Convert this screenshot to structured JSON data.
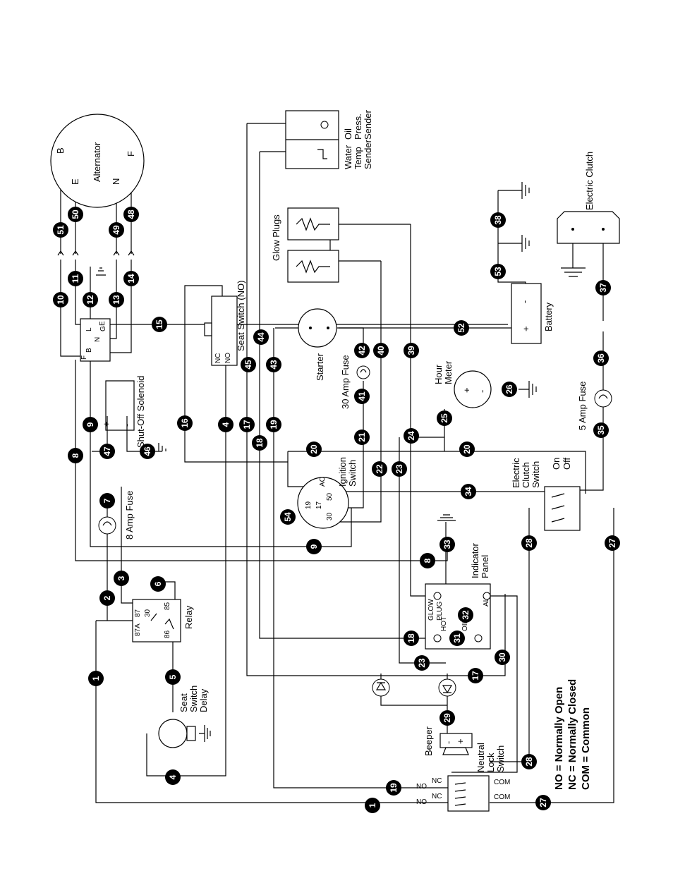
{
  "components": {
    "alternator": {
      "label": "Alternator",
      "pins": [
        "B",
        "E",
        "N",
        "F"
      ]
    },
    "oil_sender": {
      "label1": "Oil",
      "label2": "Press.",
      "label3": "Sender"
    },
    "water_sender": {
      "label1": "Water",
      "label2": "Temp",
      "label3": "Sender"
    },
    "glow_plugs": "Glow Plugs",
    "battery": {
      "label": "Battery",
      "plus": "+",
      "minus": "-"
    },
    "electric_clutch": "Electric Clutch",
    "seat_switch": {
      "label": "Seat Switch (NO)",
      "nc": "NC",
      "no": "NO"
    },
    "regulator_pins": [
      "B",
      "L",
      "E",
      "N",
      "G",
      "F"
    ],
    "shutoff_solenoid": {
      "label": "Shut-Off Solenoid",
      "plus": "+",
      "minus": "-"
    },
    "starter": "Starter",
    "fuse_30": "30 Amp Fuse",
    "hour_meter": {
      "label1": "Hour",
      "label2": "Meter",
      "plus": "+",
      "minus": "-"
    },
    "fuse_5": "5 Amp Fuse",
    "ignition_switch": {
      "label1": "Ignition",
      "label2": "Switch",
      "pins": [
        "AC",
        "50",
        "19",
        "17",
        "30"
      ]
    },
    "clutch_switch": {
      "label1": "Electric",
      "label2": "Clutch",
      "label3": "Switch",
      "on": "On",
      "off": "Off"
    },
    "fuse_8": "8 Amp Fuse",
    "relay": {
      "label": "Relay",
      "pins": [
        "87A",
        "87",
        "30",
        "85",
        "86"
      ]
    },
    "indicator_panel": {
      "label1": "Indicator",
      "label2": "Panel",
      "glow1": "GLOW",
      "glow2": "PLUG",
      "hot": "HOT",
      "oil": "OIL",
      "alt": "ALT"
    },
    "seat_switch_delay": {
      "label1": "Seat",
      "label2": "Switch",
      "label3": "Delay"
    },
    "beeper": {
      "label": "Beeper",
      "plus": "+",
      "minus": "-"
    },
    "neutral_lock": {
      "label1": "Neutral",
      "label2": "Lock",
      "label3": "Switch",
      "no": "NO",
      "nc": "NC",
      "com": "COM"
    }
  },
  "wires": [
    "1",
    "1",
    "2",
    "3",
    "4",
    "4",
    "5",
    "6",
    "7",
    "8",
    "8",
    "9",
    "9",
    "10",
    "11",
    "12",
    "13",
    "14",
    "15",
    "16",
    "17",
    "17",
    "18",
    "18",
    "19",
    "19",
    "20",
    "20",
    "21",
    "22",
    "23",
    "23",
    "24",
    "25",
    "26",
    "27",
    "27",
    "28",
    "28",
    "29",
    "30",
    "31",
    "32",
    "33",
    "34",
    "35",
    "36",
    "37",
    "38",
    "39",
    "40",
    "41",
    "42",
    "43",
    "44",
    "45",
    "46",
    "47",
    "48",
    "49",
    "50",
    "51",
    "52",
    "53",
    "54"
  ],
  "legend": {
    "line1": "NO = Normally Open",
    "line2": "NC = Normally Closed",
    "line3": "COM = Common"
  }
}
